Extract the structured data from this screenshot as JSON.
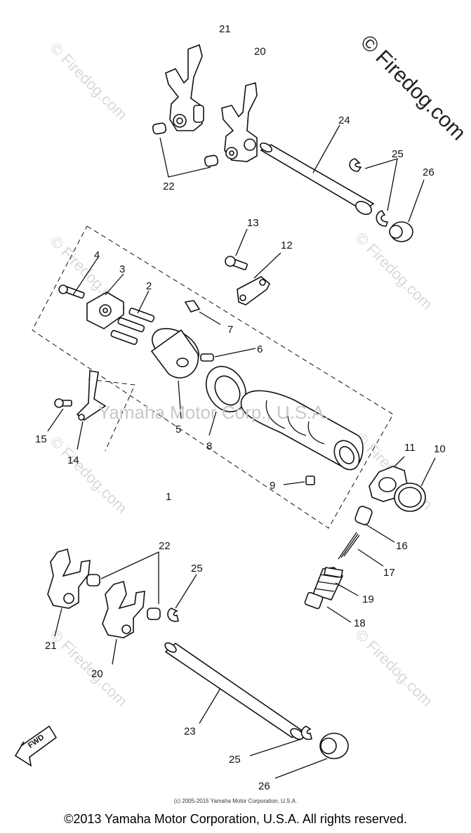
{
  "watermark": {
    "brand_corner": "© Firedog.com",
    "tile": "© Firedog.com",
    "center": "Yamaha Motor Corp., U.S.A."
  },
  "callouts": {
    "c1": "1",
    "c2": "2",
    "c3": "3",
    "c4": "4",
    "c5": "5",
    "c6": "6",
    "c7": "7",
    "c8": "8",
    "c9": "9",
    "c10": "10",
    "c11": "11",
    "c12": "12",
    "c13": "13",
    "c14": "14",
    "c15": "15",
    "c16": "16",
    "c17": "17",
    "c18": "18",
    "c19": "19",
    "c20a": "20",
    "c20b": "20",
    "c21a": "21",
    "c21b": "21",
    "c22a": "22",
    "c22b": "22",
    "c23": "23",
    "c24": "24",
    "c25a": "25",
    "c25b": "25",
    "c25c": "25",
    "c26a": "26",
    "c26b": "26"
  },
  "fwd_label": "FWD",
  "footer": {
    "small": "(c) 2005-2015 Yamaha Motor Corporation, U.S.A.",
    "main": "©2013 Yamaha Motor Corporation, U.S.A. All rights reserved."
  }
}
